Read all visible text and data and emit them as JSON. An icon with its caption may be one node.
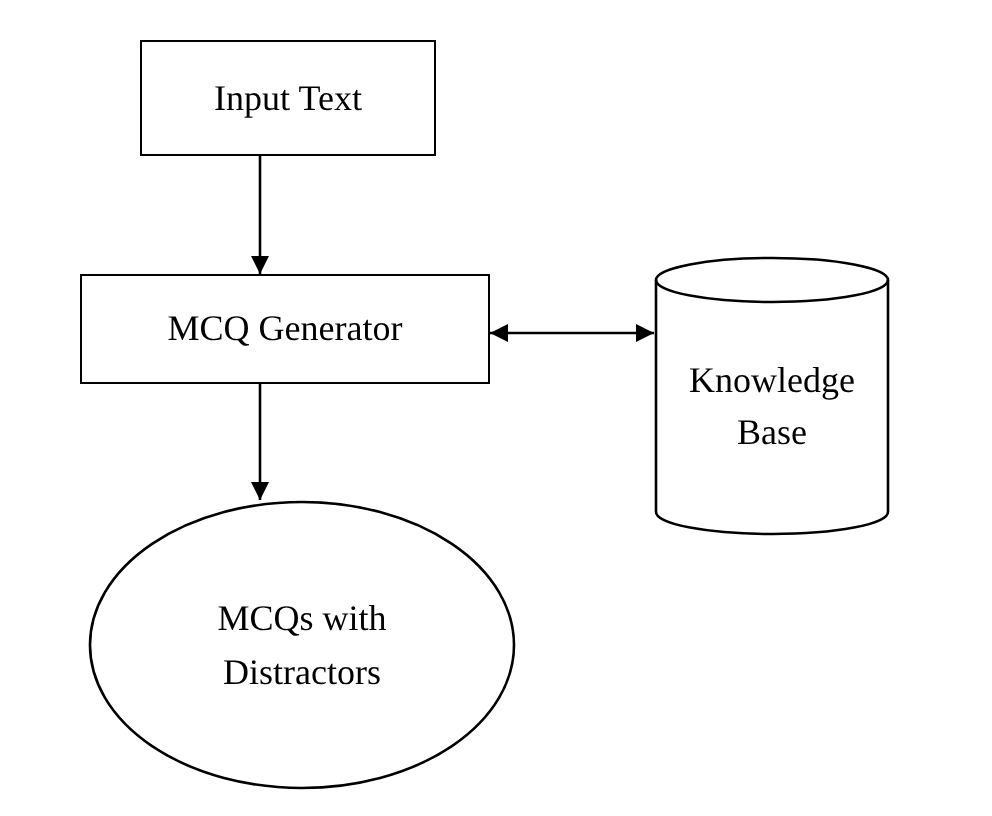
{
  "diagram": {
    "nodes": [
      {
        "text": [
          "Input Text"
        ]
      },
      {
        "text": [
          "MCQ Generator"
        ]
      },
      {
        "text": [
          "Knowledge Base"
        ]
      },
      {
        "text": [
          "MCQs with Distractors"
        ]
      }
    ],
    "edges": [
      {
        "from": 0,
        "to": 1,
        "arrow": "to"
      },
      {
        "from": 1,
        "to": 2,
        "arrow": "both"
      },
      {
        "from": 1,
        "to": 3,
        "arrow": "to"
      }
    ]
  }
}
